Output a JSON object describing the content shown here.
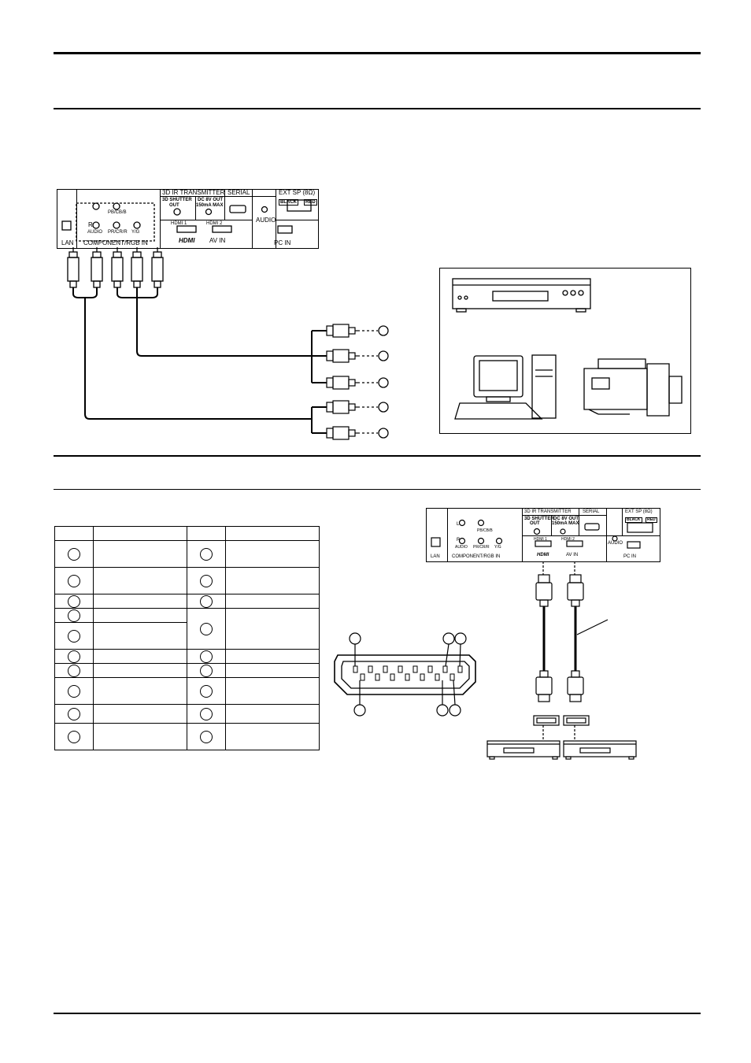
{
  "panel": {
    "ir_transmitter": "3D IR TRANSMITTER",
    "shutter_out": "3D SHUTTER",
    "shutter_out2": "OUT",
    "dc_out": "DC 8V OUT",
    "dc_out2": "150mA MAX",
    "serial": "SERIAL",
    "ext_sp": "EXT SP (8Ω)",
    "black": "BLACK",
    "red": "RED",
    "audio": "AUDIO",
    "pc_in": "PC IN",
    "av_in": "AV IN",
    "lan": "LAN",
    "hdmi1": "HDMI 1",
    "hdmi2": "HDMI 2",
    "l": "L",
    "r": "R",
    "audio_small": "AUDIO",
    "pb": "PB/CB/B",
    "pr": "PR/CR/R",
    "y": "Y/G",
    "component": "COMPONENT/RGB IN",
    "hdmi_logo": "HDMI"
  },
  "pins": {
    "rows": [
      {
        "h": 34,
        "left_circle": true,
        "right_circle": true,
        "right_span": 1
      },
      {
        "h": 34,
        "left_circle": true,
        "right_circle": true,
        "right_span": 1
      },
      {
        "h": 18,
        "left_circle": true,
        "right_circle": true,
        "right_span": 1
      },
      {
        "h": 18,
        "left_circle": true,
        "right_circle": true,
        "right_span": 2
      },
      {
        "h": 34,
        "left_circle": true,
        "right_circle": false,
        "right_span": 0
      },
      {
        "h": 18,
        "left_circle": true,
        "right_circle": true,
        "right_span": 1
      },
      {
        "h": 18,
        "left_circle": true,
        "right_circle": true,
        "right_span": 1
      },
      {
        "h": 34,
        "left_circle": true,
        "right_circle": true,
        "right_span": 1
      },
      {
        "h": 25,
        "left_circle": true,
        "right_circle": true,
        "right_span": 1
      },
      {
        "h": 34,
        "left_circle": true,
        "right_circle": true,
        "right_span": 1
      }
    ]
  },
  "colors": {
    "ink": "#000000",
    "paper": "#ffffff"
  }
}
